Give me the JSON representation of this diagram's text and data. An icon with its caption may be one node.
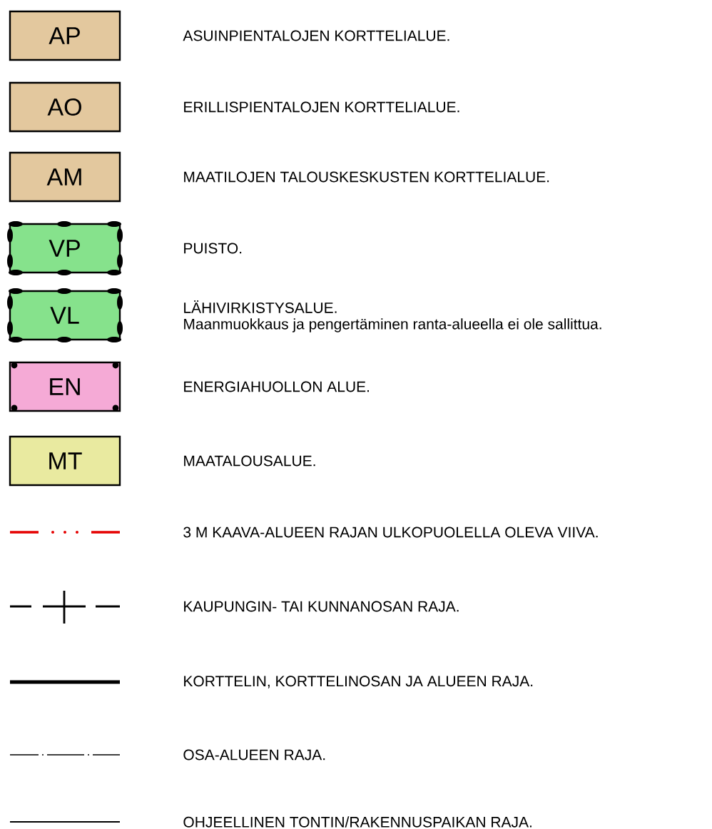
{
  "diagram": {
    "labels": [
      "AP",
      "AO",
      "AM",
      "VP",
      "VL",
      "Maanmuokkaus ja pengertäminen ranta-alueella ei ole sallittua.",
      "EN",
      "MT"
    ],
    "legend": [
      {
        "text": "ASUINPIENTALOJEN KORTTELIALUE.",
        "color": "#e3c89e"
      },
      {
        "text": "ERILLISPIENTALOJEN KORTTELIALUE.",
        "color": "#e3c89e"
      },
      {
        "text": "MAATILOJEN TALOUSKESKUSTEN KORTTELIALUE.",
        "color": "#e3c89e"
      },
      {
        "text": "PUISTO.",
        "color": "#86e28c"
      },
      {
        "text": "LÄHIVIRKISTYSALUE.",
        "color": "#86e28c"
      },
      {
        "text": "ENERGIAHUOLLON ALUE.",
        "color": "#f5aad6"
      },
      {
        "text": "MAATALOUSALUE.",
        "color": "#e9eaa0"
      },
      {
        "text": "3 M KAAVA-ALUEEN RAJAN ULKOPUOLELLA OLEVA VIIVA."
      },
      {
        "text": "KAUPUNGIN- TAI KUNNANOSAN RAJA."
      },
      {
        "text": "KORTTELIN, KORTTELINOSAN JA ALUEEN RAJA."
      },
      {
        "text": "OSA-ALUEEN RAJA."
      },
      {
        "text": "OHJEELLINEN TONTIN/RAKENNUSPAIKAN RAJA."
      }
    ]
  }
}
